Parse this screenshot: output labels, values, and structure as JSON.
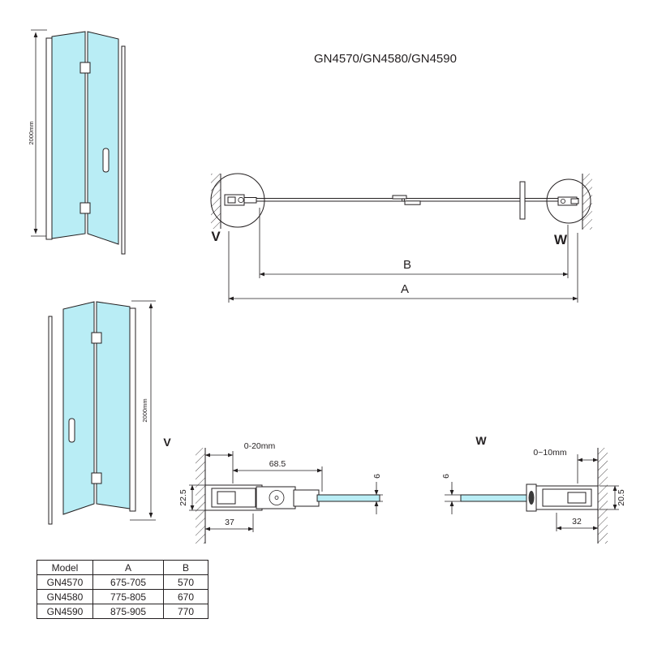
{
  "title": "GN4570/GN4580/GN4590",
  "colors": {
    "glass": "#b9edf5",
    "line": "#231f20",
    "background": "#ffffff"
  },
  "front_view_top": {
    "height_dim": "2000mm"
  },
  "front_view_bottom": {
    "height_dim": "2000mm"
  },
  "plan_view": {
    "detail_v": "V",
    "detail_w": "W",
    "dim_b": "B",
    "dim_a": "A"
  },
  "detail_v": {
    "label": "V",
    "dim_adjust": "0-20mm",
    "dim_width": "68.5",
    "dim_depth": "22.5",
    "dim_inner": "37",
    "dim_glass": "6"
  },
  "detail_w": {
    "label": "W",
    "dim_adjust": "0~10mm",
    "dim_glass": "6",
    "dim_depth": "20.5",
    "dim_inner": "32"
  },
  "table": {
    "headers": [
      "Model",
      "A",
      "B"
    ],
    "rows": [
      [
        "GN4570",
        "675-705",
        "570"
      ],
      [
        "GN4580",
        "775-805",
        "670"
      ],
      [
        "GN4590",
        "875-905",
        "770"
      ]
    ]
  }
}
